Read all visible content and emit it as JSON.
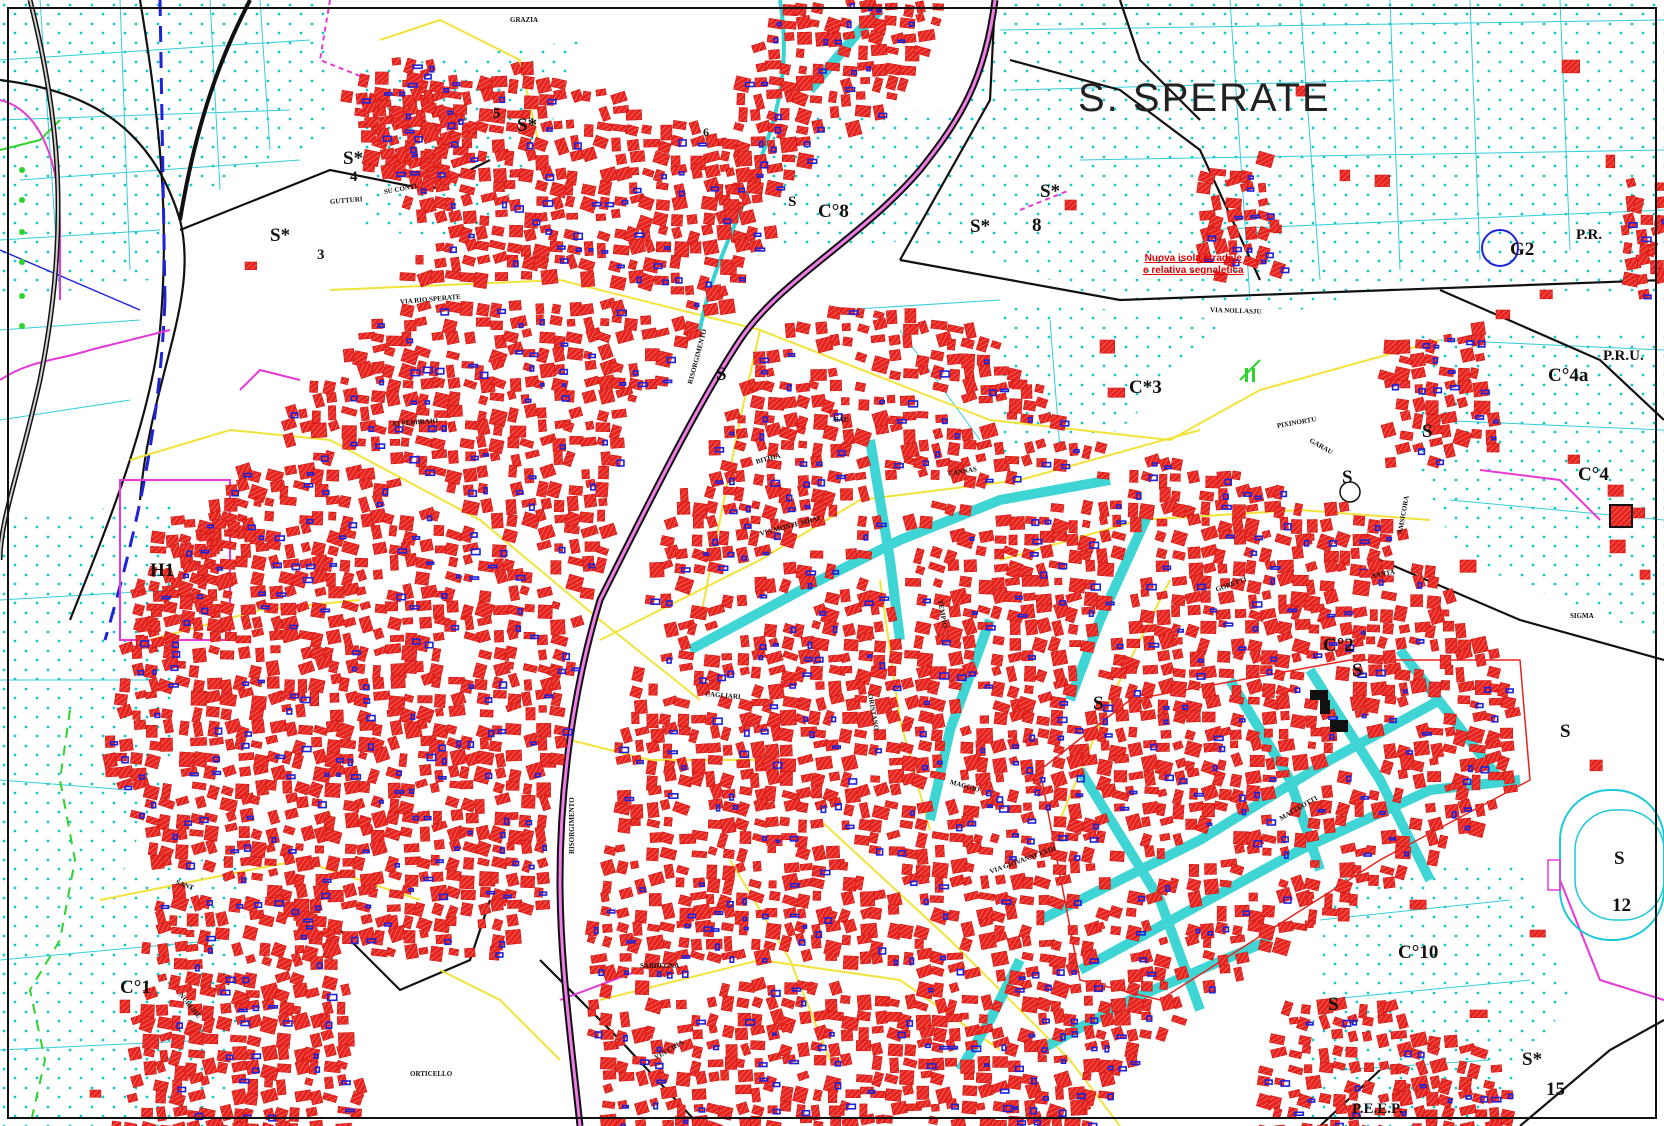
{
  "map": {
    "town_title": "S. SPERATE",
    "note_line1": "Nuova isola stradale",
    "note_line2": "e relativa segnaletica",
    "colors": {
      "buildings": "#e8231d",
      "building_hatch": "#ffffff",
      "roads_outer": "#f2e33a",
      "parcels": "#1ec8d8",
      "trees": "#18c8c8",
      "boundaries": "#111111",
      "magenta": "#e53ad6",
      "blue_structures": "#1e22d8",
      "cyan_streets": "#36d3d3"
    },
    "zones": [
      {
        "id": "s_star_5",
        "text": "S*"
      },
      {
        "id": "n_5",
        "text": "5"
      },
      {
        "id": "s_star_4",
        "text": "S*"
      },
      {
        "id": "n_4",
        "text": "4"
      },
      {
        "id": "s_star_3",
        "text": "S*"
      },
      {
        "id": "n_3",
        "text": "3"
      },
      {
        "id": "n_6",
        "text": "6"
      },
      {
        "id": "s_small",
        "text": "S"
      },
      {
        "id": "c8",
        "text": "C°8"
      },
      {
        "id": "s_star_8a",
        "text": "S*"
      },
      {
        "id": "s_star_8b",
        "text": "S*"
      },
      {
        "id": "n_8",
        "text": "8"
      },
      {
        "id": "g2",
        "text": "G2"
      },
      {
        "id": "pr",
        "text": "P.R."
      },
      {
        "id": "pru",
        "text": "P.R.U."
      },
      {
        "id": "c4a",
        "text": "C°4a"
      },
      {
        "id": "c4",
        "text": "C°4"
      },
      {
        "id": "c3",
        "text": "C*3"
      },
      {
        "id": "s_mid",
        "text": "S"
      },
      {
        "id": "s_right1",
        "text": "S"
      },
      {
        "id": "s_right2",
        "text": "S"
      },
      {
        "id": "h1",
        "text": "H1"
      },
      {
        "id": "s_left",
        "text": "S"
      },
      {
        "id": "c2",
        "text": "C°2"
      },
      {
        "id": "s_lower",
        "text": "S"
      },
      {
        "id": "s_far_right",
        "text": "S"
      },
      {
        "id": "s_stadium",
        "text": "S"
      },
      {
        "id": "n_12",
        "text": "12"
      },
      {
        "id": "c10",
        "text": "C°10"
      },
      {
        "id": "s_c10",
        "text": "S"
      },
      {
        "id": "c1",
        "text": "C°1"
      },
      {
        "id": "s_star_15",
        "text": "S*"
      },
      {
        "id": "n_15",
        "text": "15"
      },
      {
        "id": "peep",
        "text": "P.E.E.P."
      }
    ],
    "streets": [
      {
        "id": "grazia",
        "text": "GRAZIA"
      },
      {
        "id": "rio_sperate",
        "text": "VIA RIO SPERATE"
      },
      {
        "id": "guttuari",
        "text": "GUTTURI"
      },
      {
        "id": "conti",
        "text": "SU CONTI"
      },
      {
        "id": "xi_febbraio",
        "text": "XI FEBBRAIO"
      },
      {
        "id": "risorgimento1",
        "text": "RISORGIMENTO"
      },
      {
        "id": "risorgimento2",
        "text": "RISORGIMENTO"
      },
      {
        "id": "nollaju",
        "text": "VIA NOLLASJU"
      },
      {
        "id": "piscinortu",
        "text": "PIXINORTU"
      },
      {
        "id": "santa",
        "text": "SANTA"
      },
      {
        "id": "sigma",
        "text": "SIGMA"
      },
      {
        "id": "cagliari",
        "text": "CAGLIARI"
      },
      {
        "id": "sardegna",
        "text": "SARDEGNA"
      },
      {
        "id": "oristano",
        "text": "ORISTANO"
      },
      {
        "id": "tempio",
        "text": "TEMPIO"
      },
      {
        "id": "gobetti",
        "text": "GOBETTI"
      },
      {
        "id": "garau",
        "text": "GARAU"
      },
      {
        "id": "amsicora",
        "text": "AMSICORA"
      },
      {
        "id": "bau",
        "text": "BAU"
      },
      {
        "id": "bithia",
        "text": "BITHIA"
      },
      {
        "id": "cannas",
        "text": "CANNAS"
      },
      {
        "id": "monte",
        "text": "VIA MONTE SIRAI"
      },
      {
        "id": "giovanni",
        "text": "VIA GIOVANNI XXIII"
      },
      {
        "id": "matteotti",
        "text": "MATTEOTTI"
      },
      {
        "id": "ciha",
        "text": "VIA CIHA"
      },
      {
        "id": "orticello",
        "text": "ORTICELLO"
      },
      {
        "id": "maggio",
        "text": "MAGGIO"
      },
      {
        "id": "nurighe",
        "text": "NURGHE"
      },
      {
        "id": "sant",
        "text": "SANT"
      }
    ]
  }
}
